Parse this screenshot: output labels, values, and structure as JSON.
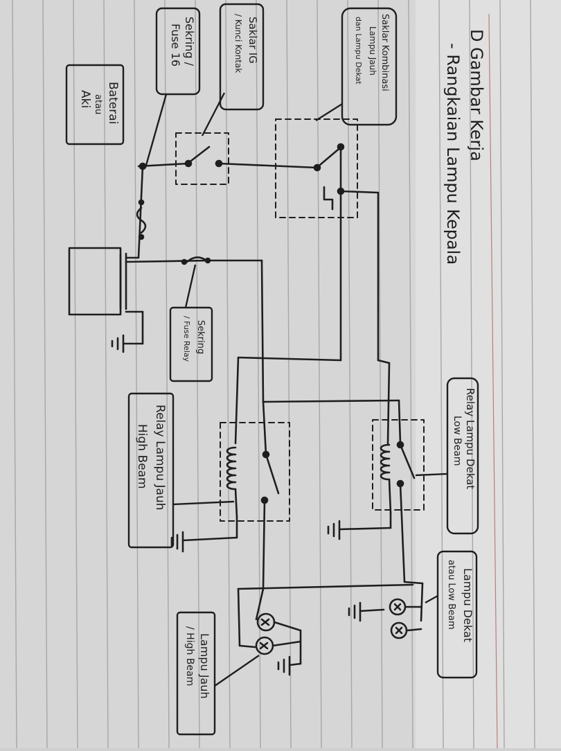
{
  "title": "D Gambar Kerja",
  "subtitle": "- Rangkaian Lampu Kepala",
  "labels": {
    "battery": [
      "Baterai",
      "atau",
      "Aki"
    ],
    "fuse_main": [
      "Sekring /",
      "Fuse 16"
    ],
    "ignition": [
      "Saklar IG",
      "/ Kunci Kontak"
    ],
    "headlight_switch": [
      "Saklar Kombinasi",
      "Lampu Jauh",
      "dan Lampu Dekat"
    ],
    "fuse_relay": [
      "Sekring",
      "/ Fuse Relay"
    ],
    "relay_high": [
      "Relay Lampu Jauh",
      "High Beam"
    ],
    "relay_low": [
      "Relay Lampu Dekat",
      "Low Beam"
    ],
    "lamp_low": [
      "Lampu Dekat",
      "atau Low Beam"
    ],
    "lamp_high": [
      "Lampu Jauh",
      "/ High Beam"
    ]
  },
  "colors": {
    "paper": "#dadada",
    "ink": "#1e1e1e",
    "rule": "#a9a9a9"
  }
}
